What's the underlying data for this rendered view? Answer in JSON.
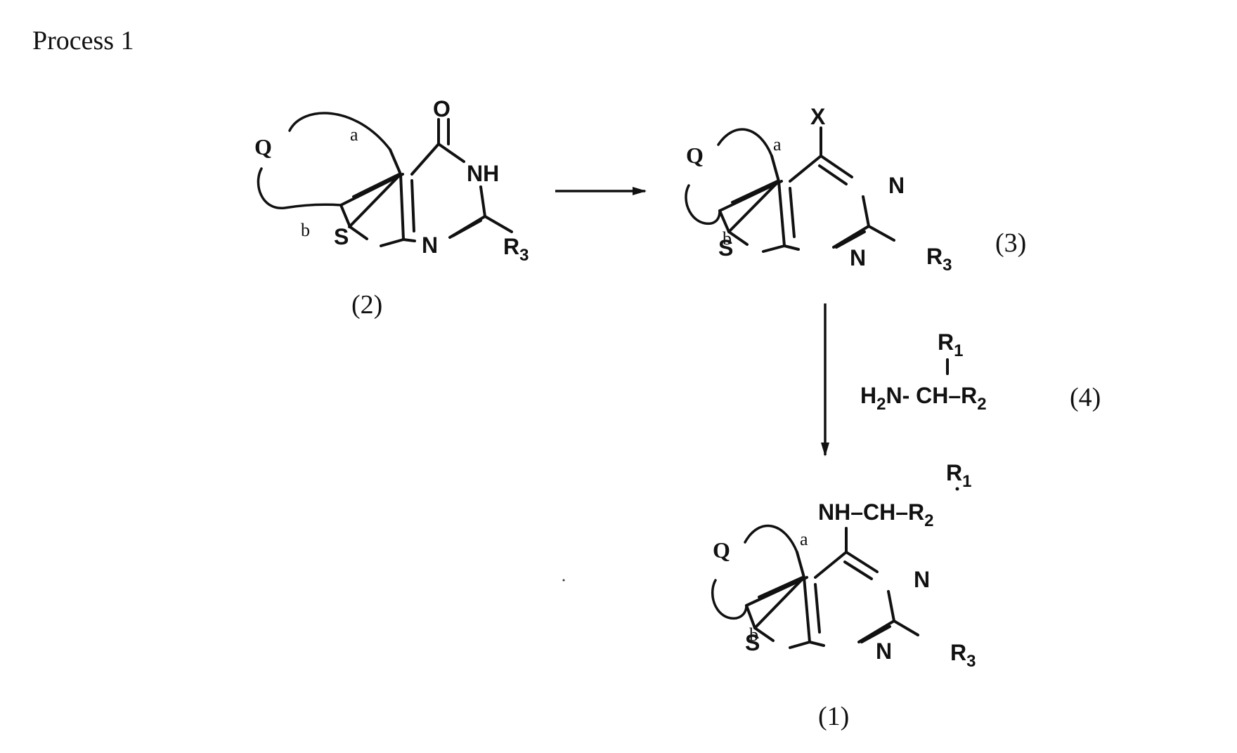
{
  "title": "Process 1",
  "compounds": {
    "c2": {
      "label": "(2)",
      "atoms": {
        "O": "O",
        "NH": "NH",
        "N": "N",
        "S": "S",
        "Q": "Q",
        "a": "a",
        "b": "b",
        "R": "R",
        "R_sub": "3"
      }
    },
    "c3": {
      "label": "(3)",
      "atoms": {
        "X": "X",
        "N_top": "N",
        "N_bot": "N",
        "S": "S",
        "Q": "Q",
        "a": "a",
        "b": "b",
        "R": "R",
        "R_sub": "3"
      }
    },
    "c4": {
      "label": "(4)",
      "R1": "R",
      "R1_sub": "1",
      "H": "H",
      "H_sub": "2",
      "N_dash": "N-",
      "CH": "CH",
      "dash_R": "–R",
      "R2_sub": "2"
    },
    "c1": {
      "label": "(1)",
      "atoms": {
        "N_top": "N",
        "N_bot": "N",
        "S": "S",
        "Q": "Q",
        "a": "a",
        "b": "b",
        "R": "R",
        "R_sub": "3"
      },
      "side_chain": {
        "NH": "NH–",
        "CH": "CH",
        "dash_R": "–R",
        "R2_sub": "2",
        "R1": "R",
        "R1_sub": "1"
      }
    }
  },
  "arrows": {
    "step1": "right-arrow",
    "step2": "down-arrow"
  }
}
